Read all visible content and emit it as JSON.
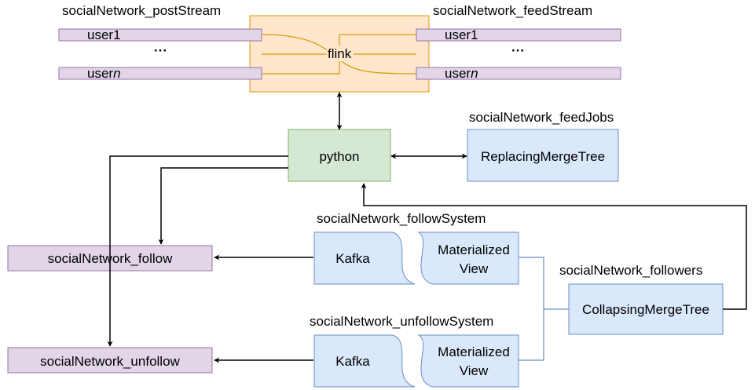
{
  "post_stream": {
    "title": "socialNetwork_postStream",
    "first_user": "user1",
    "ellipsis": "···",
    "last_user_prefix": "user",
    "last_user_suffix": "n"
  },
  "feed_stream": {
    "title": "socialNetwork_feedStream",
    "first_user": "user1",
    "ellipsis": "···",
    "last_user_prefix": "user",
    "last_user_suffix": "n"
  },
  "flink": {
    "label": "flink"
  },
  "python": {
    "label": "python"
  },
  "feed_jobs": {
    "title": "socialNetwork_feedJobs",
    "engine": "ReplacingMergeTree"
  },
  "follow_table": {
    "label": "socialNetwork_follow"
  },
  "unfollow_table": {
    "label": "socialNetwork_unfollow"
  },
  "follow_system": {
    "title": "socialNetwork_followSystem",
    "kafka": "Kafka",
    "mv_line1": "Materialized",
    "mv_line2": "View"
  },
  "unfollow_system": {
    "title": "socialNetwork_unfollowSystem",
    "kafka": "Kafka",
    "mv_line1": "Materialized",
    "mv_line2": "View"
  },
  "followers": {
    "title": "socialNetwork_followers",
    "engine": "CollapsingMergeTree"
  },
  "colors": {
    "purple_fill": "#e1d5e7",
    "purple_stroke": "#9673a6",
    "orange_fill": "#ffe6cc",
    "orange_stroke": "#d79b00",
    "green_fill": "#d5e8d4",
    "green_stroke": "#82b366",
    "blue_fill": "#dae8fc",
    "blue_stroke": "#6c8ebf",
    "edge": "#000000"
  }
}
